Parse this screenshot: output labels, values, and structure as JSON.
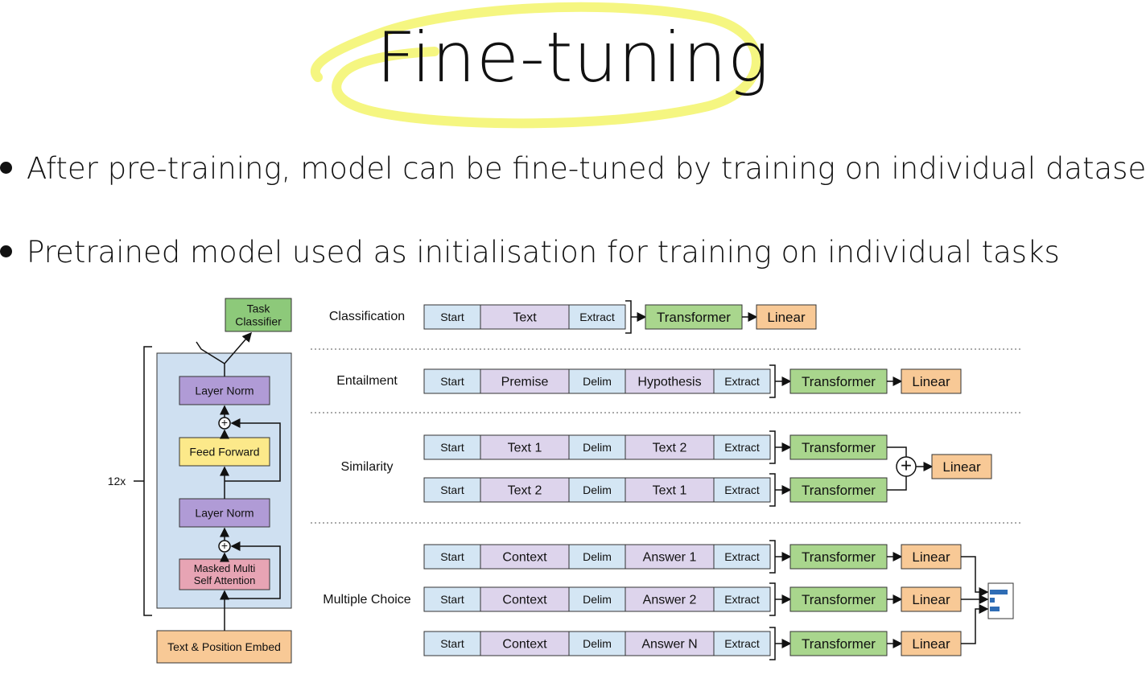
{
  "title": "Fine-tuning",
  "bullets": [
    "After pre-training, model can be fine-tuned by training on individual datasets",
    "Pretrained model used as initialisation for training on individual tasks"
  ],
  "colors": {
    "highlight": "#f4f57a",
    "start_box": "#d4e6f4",
    "text_box": "#ddd4ec",
    "transformer_box": "#a9d68d",
    "linear_box": "#f8c996",
    "model_bg": "#cfe0f1",
    "layer_norm": "#b09bd6",
    "feed_forward": "#fce98a",
    "attention": "#e7a4b4",
    "task_classifier": "#8dc97a"
  },
  "architecture": {
    "task_classifier": [
      "Task",
      "Classifier"
    ],
    "layer_norm_top": "Layer Norm",
    "feed_forward": "Feed Forward",
    "layer_norm_bottom": "Layer Norm",
    "attention": [
      "Masked Multi",
      "Self Attention"
    ],
    "embed": "Text & Position Embed",
    "repeat": "12x",
    "plus_symbol": "+"
  },
  "tasks": [
    {
      "label": "Classification",
      "rows": [
        [
          "Start",
          "Text",
          "Extract"
        ]
      ],
      "heads": [
        "Transformer"
      ],
      "output": [
        "Linear"
      ]
    },
    {
      "label": "Entailment",
      "rows": [
        [
          "Start",
          "Premise",
          "Delim",
          "Hypothesis",
          "Extract"
        ]
      ],
      "heads": [
        "Transformer"
      ],
      "output": [
        "Linear"
      ]
    },
    {
      "label": "Similarity",
      "rows": [
        [
          "Start",
          "Text 1",
          "Delim",
          "Text 2",
          "Extract"
        ],
        [
          "Start",
          "Text 2",
          "Delim",
          "Text 1",
          "Extract"
        ]
      ],
      "heads": [
        "Transformer",
        "Transformer"
      ],
      "output": [
        "Linear"
      ]
    },
    {
      "label": "Multiple Choice",
      "rows": [
        [
          "Start",
          "Context",
          "Delim",
          "Answer 1",
          "Extract"
        ],
        [
          "Start",
          "Context",
          "Delim",
          "Answer 2",
          "Extract"
        ],
        [
          "Start",
          "Context",
          "Delim",
          "Answer N",
          "Extract"
        ]
      ],
      "heads": [
        "Transformer",
        "Transformer",
        "Transformer"
      ],
      "output": [
        "Linear",
        "Linear",
        "Linear"
      ]
    }
  ]
}
